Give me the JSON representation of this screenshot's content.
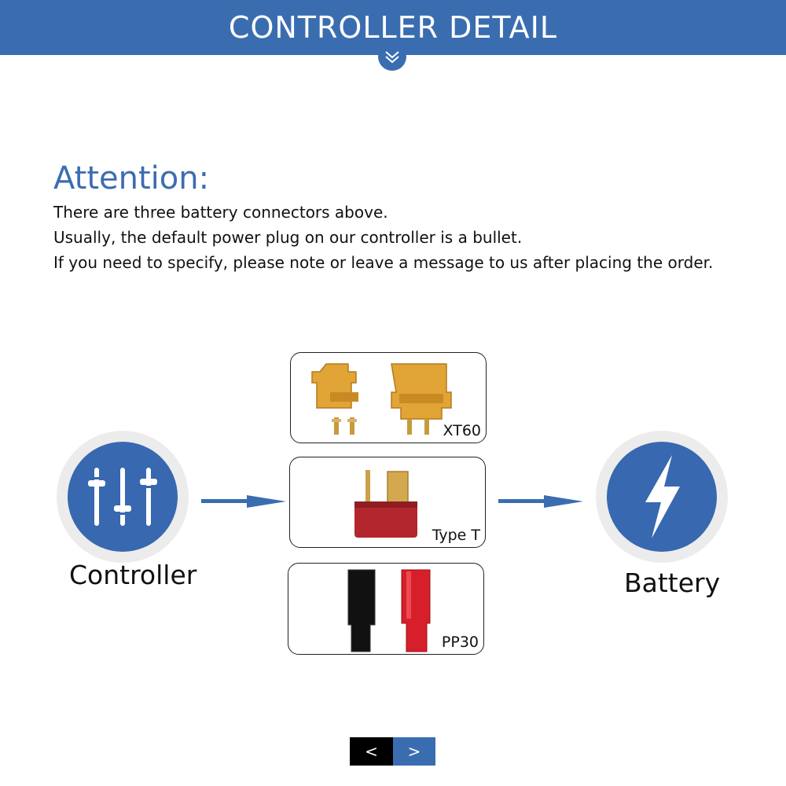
{
  "header": {
    "title": "CONTROLLER DETAIL",
    "chevron_icon": "double-chevron-down-icon",
    "color": "#3a6db0"
  },
  "attention": {
    "title": "Attention:",
    "lines": [
      "There are three battery connectors above.",
      "Usually, the default power plug on our controller is a bullet.",
      "If you need to specify, please note or leave a message to us after placing the order."
    ]
  },
  "diagram": {
    "controller": {
      "label": "Controller",
      "icon": "sliders-icon"
    },
    "battery": {
      "label": "Battery",
      "icon": "lightning-bolt-icon"
    },
    "connectors": [
      {
        "label": "XT60",
        "icon": "xt60-connector-image"
      },
      {
        "label": "Type T",
        "icon": "type-t-connector-image"
      },
      {
        "label": "PP30",
        "icon": "pp30-connector-image"
      }
    ],
    "accent_color": "#3768b0"
  },
  "pager": {
    "prev_label": "<",
    "next_label": ">"
  }
}
